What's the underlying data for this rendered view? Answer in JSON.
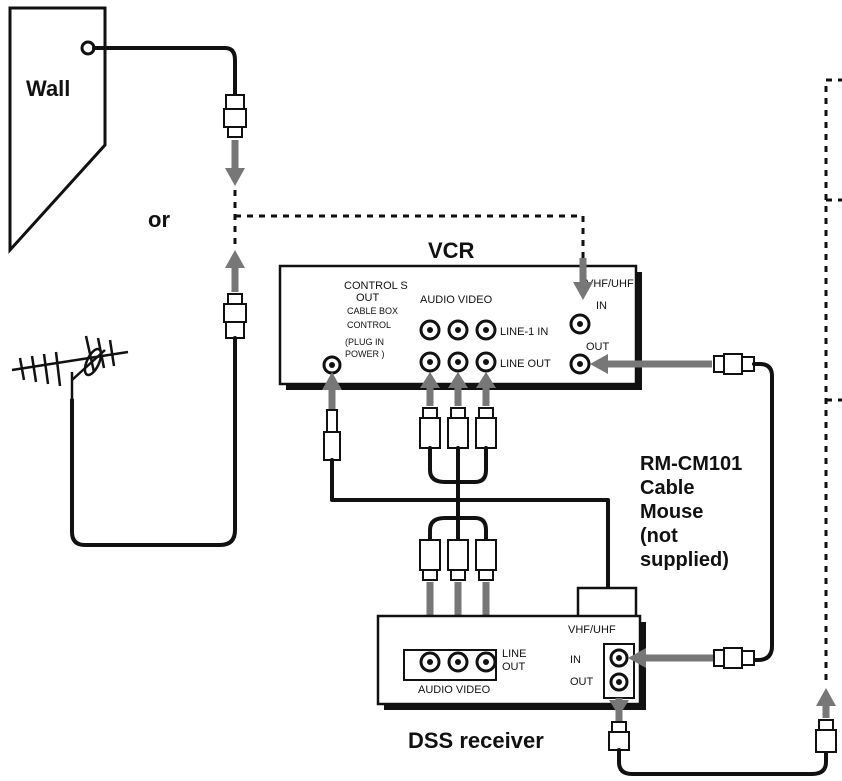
{
  "header": {
    "partial_text": ""
  },
  "labels": {
    "wall": "Wall",
    "or": "or",
    "vcr": "VCR",
    "dss_receiver": "DSS receiver",
    "cable_mouse": [
      "RM-CM101",
      "Cable",
      "Mouse",
      "(not",
      "supplied)"
    ]
  },
  "vcr_panel": {
    "control_s": [
      "CONTROL S",
      "OUT"
    ],
    "cable_box": [
      "CABLE BOX",
      "CONTROL"
    ],
    "plug_in": [
      "(PLUG IN",
      "POWER )"
    ],
    "audio_video": "AUDIO VIDEO",
    "line1_in": "LINE-1 IN",
    "line_out": "LINE OUT",
    "vhf_uhf": "VHF/UHF",
    "in": "IN",
    "out": "OUT"
  },
  "dss_panel": {
    "vhf_uhf": "VHF/UHF",
    "in": "IN",
    "out": "OUT",
    "line_out": [
      "LINE",
      "OUT"
    ],
    "audio_video": "AUDIO VIDEO"
  }
}
